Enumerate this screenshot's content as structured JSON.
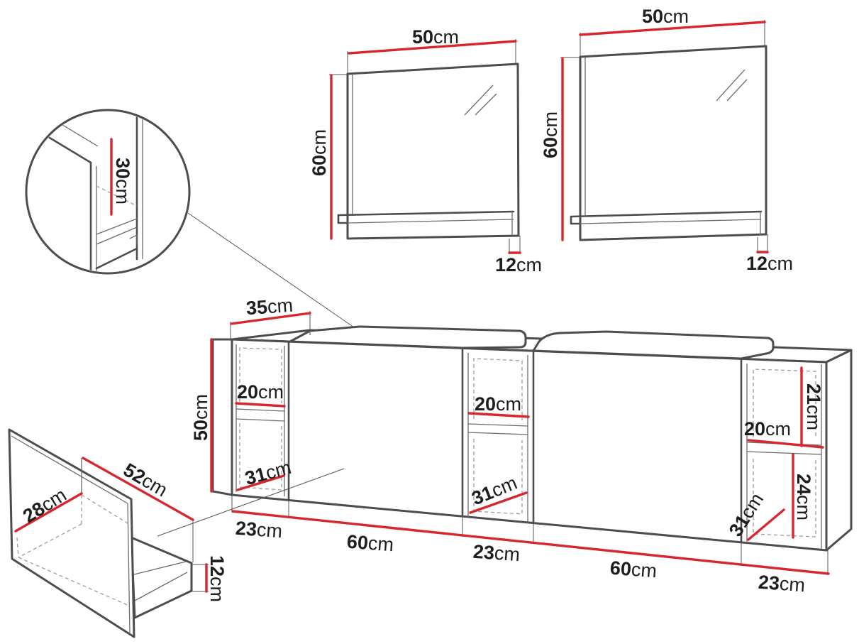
{
  "unit": "cm",
  "colors": {
    "dimension_line": "#d7262e",
    "outline": "#4d4d4d"
  },
  "dimensions": {
    "mirror_left": {
      "width": "50",
      "height": "60",
      "shelf_depth": "12"
    },
    "mirror_right": {
      "width": "50",
      "height": "60",
      "shelf_depth": "12"
    },
    "detail": {
      "height": "30"
    },
    "cabinet": {
      "depth": "35",
      "height": "50"
    },
    "left_section": {
      "shelf_width": "20",
      "shelf_depth": "31"
    },
    "middle_section": {
      "shelf_width": "20",
      "shelf_depth": "31"
    },
    "right_section": {
      "upper_height": "21",
      "shelf_width": "20",
      "lower_height": "24",
      "shelf_depth": "31"
    },
    "bottom_widths": [
      "23",
      "60",
      "23",
      "60",
      "23"
    ],
    "drawer": {
      "depth": "52",
      "width": "28",
      "height": "12"
    }
  }
}
